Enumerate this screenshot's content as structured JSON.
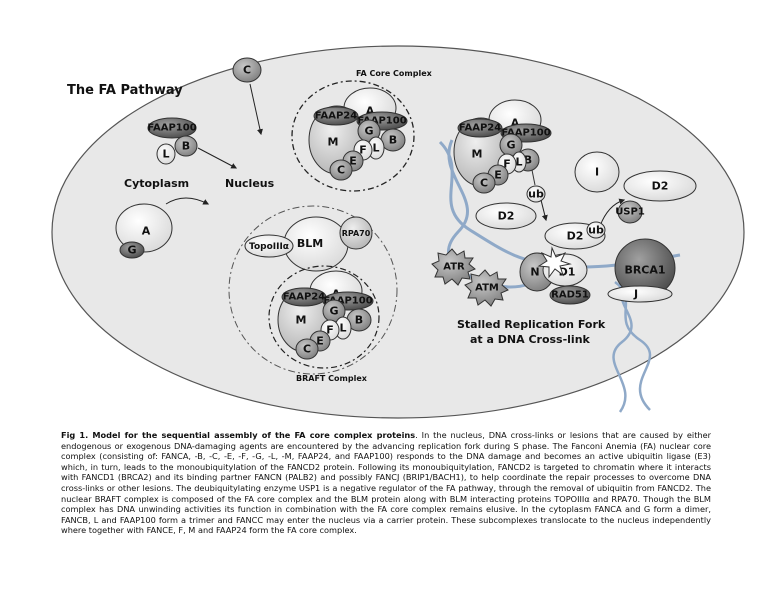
{
  "title": "The FA Pathway",
  "labels": {
    "cytoplasm": "Cytoplasm",
    "nucleus": "Nucleus",
    "fa_core_complex": "FA Core Complex",
    "braft_complex": "BRAFT Complex",
    "stalled_fork": "Stalled Replication Fork",
    "stalled_fork_2": "at a DNA Cross-link"
  },
  "proteins": {
    "C": "C",
    "A": "A",
    "G": "G",
    "B": "B",
    "L": "L",
    "M": "M",
    "F": "F",
    "E": "E",
    "I": "I",
    "N": "N",
    "J": "J",
    "FAAP100": "FAAP100",
    "FAAP24": "FAAP24",
    "D2": "D2",
    "D1": "D1",
    "USP1": "USP1",
    "ub": "ub",
    "BRCA1": "BRCA1",
    "RAD51": "RAD51",
    "ATR": "ATR",
    "ATM": "ATM",
    "BLM": "BLM",
    "RPA70": "RPA70",
    "TopoIII": "TopoIIIα"
  },
  "caption": {
    "title": "Fig 1. Model for the sequential assembly of the FA core complex proteins",
    "body": ". In the nucleus, DNA cross-links or lesions that are caused by either endogenous or exogenous DNA-damaging agents are encountered by the advancing replication fork during S phase. The Fanconi Anemia (FA) nuclear core complex (consisting of: FANCA, -B, -C, -E, -F, -G, -L, -M, FAAP24, and FAAP100) responds to the DNA damage and becomes an active ubiquitin ligase (E3) which, in turn, leads to the monoubiquitylation of the FANCD2 protein. Following its monoubiquitylation, FANCD2 is targeted to chromatin where it interacts with FANCD1 (BRCA2) and its binding partner FANCN (PALB2) and possibly FANCJ (BRIP1/BACH1), to help coordinate the repair processes to overcome DNA cross-links or other lesions. The deubiquitylating enzyme USP1 is a negative regulator of the FA pathway, through the removal of ubiquitin from FANCD2. The nuclear BRAFT complex is composed of the FA core complex and the BLM protein along with BLM interacting proteins TOPOIIIα and RPA70. Though the BLM complex has DNA unwinding activities its function in combination with the FA core complex remains elusive. In the cytoplasm FANCA and G form a dimer, FANCB, L and FAAP100 form a trimer and FANCC may enter the nucleus via a carrier protein. These subcomplexes translocate to the nucleus independently where together with FANCE, F, M and FAAP24 form the FA core complex."
  },
  "colors": {
    "nucleus_fill": "#e8e8e8",
    "white_protein": "#ffffff",
    "light_gray": "#d3d3d3",
    "mid_gray": "#a7a7a7",
    "dark_gray": "#6f6f6f",
    "darker_gray": "#5a5a5a",
    "outline": "#333333",
    "dna": "#8fa9c8"
  }
}
